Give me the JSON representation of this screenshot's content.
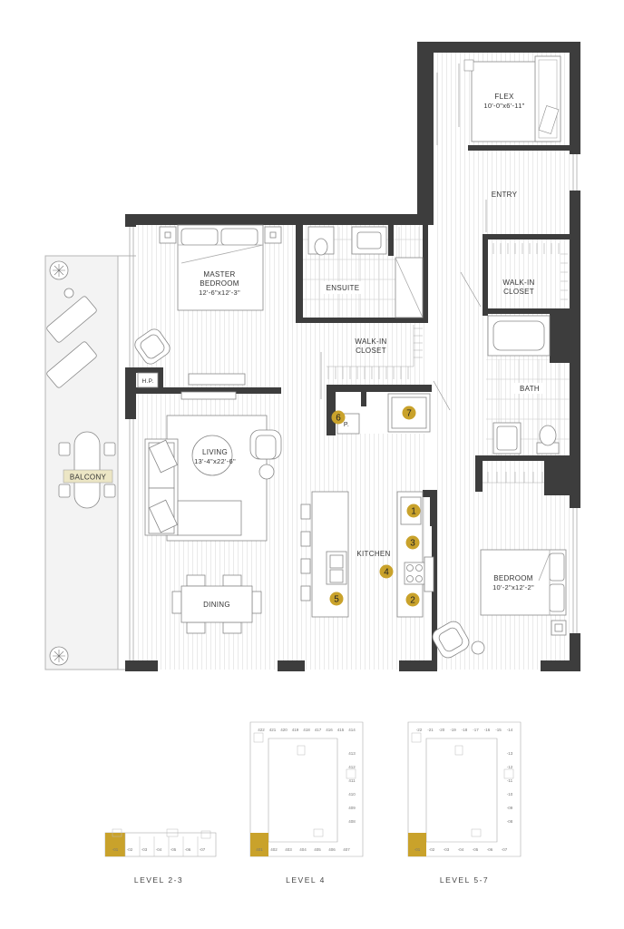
{
  "rooms": {
    "flex": {
      "name": "FLEX",
      "dims": "10'-0\"x6'-11\""
    },
    "entry": {
      "name": "ENTRY"
    },
    "master": {
      "name1": "MASTER",
      "name2": "BEDROOM",
      "dims": "12'-6\"x12'-3\""
    },
    "ensuite": {
      "name": "ENSUITE"
    },
    "walkin_master": {
      "name1": "WALK-IN",
      "name2": "CLOSET"
    },
    "walkin_entry": {
      "name1": "WALK-IN",
      "name2": "CLOSET"
    },
    "bath": {
      "name": "BATH"
    },
    "hp": {
      "name": "H.P."
    },
    "pantry": {
      "name": "P."
    },
    "living": {
      "name": "LIVING",
      "dims": "13'-4\"x22'-6\""
    },
    "balcony": {
      "name": "BALCONY"
    },
    "kitchen": {
      "name": "KITCHEN"
    },
    "dining": {
      "name": "DINING"
    },
    "bedroom": {
      "name": "BEDROOM",
      "dims": "10'-2\"x12'-2\""
    }
  },
  "markers": [
    "1",
    "2",
    "3",
    "4",
    "5",
    "6",
    "7"
  ],
  "keyplans": [
    {
      "label": "LEVEL 2-3",
      "units": [
        "-01",
        "-02",
        "-03",
        "-04",
        "-05",
        "-06",
        "-07"
      ]
    },
    {
      "label": "LEVEL 4",
      "top": [
        "422",
        "421",
        "420",
        "419",
        "418",
        "417",
        "416",
        "415",
        "414"
      ],
      "right": [
        "413",
        "412",
        "411",
        "410",
        "409",
        "408"
      ],
      "bottom": [
        "401",
        "402",
        "403",
        "404",
        "405",
        "406",
        "407"
      ]
    },
    {
      "label": "LEVEL 5-7",
      "top": [
        "-22",
        "-21",
        "-20",
        "-19",
        "-18",
        "-17",
        "-16",
        "-15",
        "-14"
      ],
      "right": [
        "-13",
        "-12",
        "-11",
        "-10",
        "-09",
        "-08"
      ],
      "bottom": [
        "-01",
        "-02",
        "-03",
        "-04",
        "-05",
        "-06",
        "-07"
      ]
    }
  ],
  "colors": {
    "wall": "#3d3d3d",
    "accent": "#c9a22b",
    "floor_line": "#d9d9d9",
    "fixture": "#9a9a9a"
  }
}
